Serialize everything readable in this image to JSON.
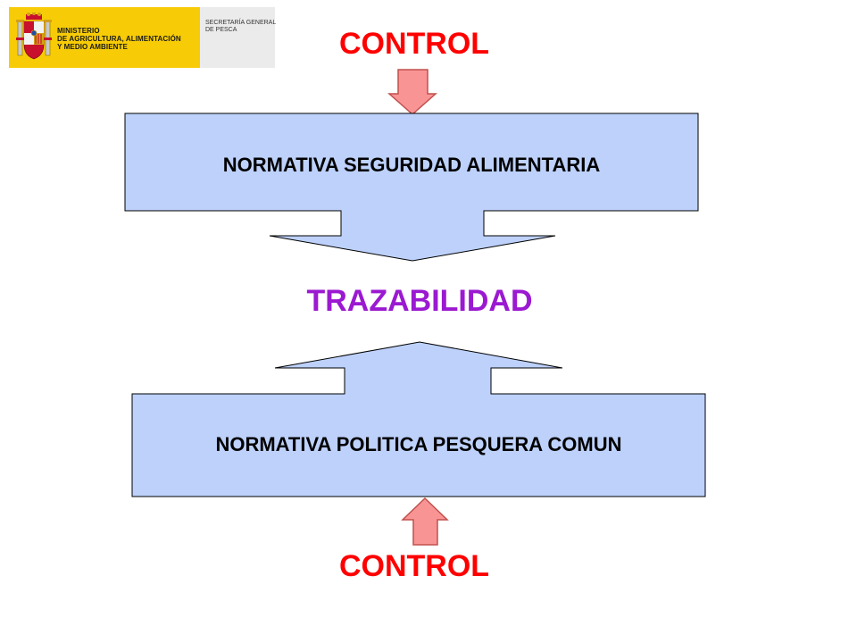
{
  "header": {
    "ministry_lines": [
      "MINISTERIO",
      "DE AGRICULTURA, ALIMENTACIÓN",
      "Y MEDIO AMBIENTE"
    ],
    "secretaria_lines": [
      "SECRETARÍA GENERAL",
      "DE PESCA"
    ]
  },
  "diagram": {
    "control_top": "CONTROL",
    "box_top": "NORMATIVA  SEGURIDAD ALIMENTARIA",
    "center": "TRAZABILIDAD",
    "box_bottom": "NORMATIVA  POLITICA PESQUERA COMUN",
    "control_bottom": "CONTROL"
  },
  "colors": {
    "box_fill": "#bdd1fb",
    "control_arrow_fill": "#f99495",
    "control_text": "#ff0000",
    "center_text": "#9b19d1",
    "logo_yellow": "#f7cc06"
  },
  "icons": [
    "coat-of-arms-icon"
  ]
}
